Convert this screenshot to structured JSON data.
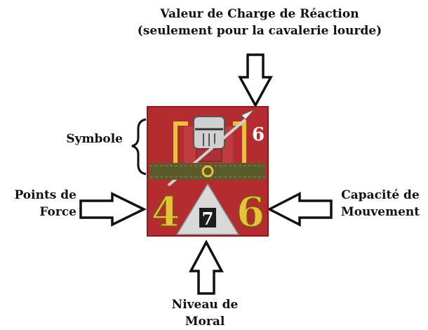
{
  "labels": {
    "charge": {
      "line1": "Valeur de Charge de Réaction",
      "line2": "(seulement pour la cavalerie lourde)"
    },
    "symbole": "Symbole",
    "force": {
      "line1": "Points de",
      "line2": "Force"
    },
    "mouvement": {
      "line1": "Capacité de",
      "line2": "Mouvement"
    },
    "moral": {
      "line1": "Niveau de",
      "line2": "Moral"
    }
  },
  "counter": {
    "charge_value": "6",
    "strength_points": "4",
    "morale_value": "7",
    "movement_value": "6",
    "symbol": "knight-helmet-lance",
    "colors": {
      "background": "#b52c30",
      "border": "#8a1a1e",
      "gold": "#e8c23a",
      "strap": "#5b5a2a",
      "morale_triangle": "#d9d9d9",
      "morale_box": "#1c1c1c"
    }
  },
  "icons": {
    "arrow_down": "arrow-down-outline",
    "arrow_right": "arrow-right-outline",
    "arrow_left": "arrow-left-outline",
    "arrow_up": "arrow-up-outline",
    "brace": "curly-brace"
  }
}
